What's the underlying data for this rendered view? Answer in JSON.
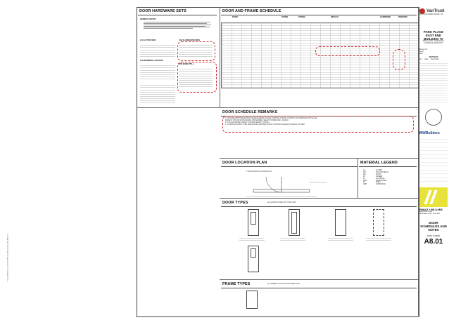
{
  "left_stamp": "C:\\Users\\Public\\Documents\\Revit\\Projects\\MeadowEast_B3_A8.01.rvt",
  "sections": {
    "hardware": "DOOR HARDWARE SETS",
    "schedule": "DOOR AND FRAME SCHEDULE",
    "remarks": "DOOR SCHEDULE REMARKS",
    "location": "DOOR LOCATION PLAN",
    "material": "MATERIAL LEGEND",
    "door_types": "DOOR TYPES",
    "frame_types": "FRAME TYPES"
  },
  "hardware_subheads": {
    "general": "GENERAL NOTES:",
    "set1": "2.01 LOT/FOYERS",
    "set2": "2.02 INTERIOR LOCKSETS",
    "set3": "2.03 ALUMINUM DOORS",
    "set4": "2PR (FIXED PTL)"
  },
  "schedule_head": {
    "door": "DOOR",
    "frame": "FRAME",
    "rating": "RATING",
    "details": "DETAILS",
    "hardware": "HARDWARE",
    "remarks": "REMARKS"
  },
  "remarks_lines": [
    "1.  PROVIDE APPROVED ENTRANCE AND EGRESS ACCESS CONTROL SYSTEM. LISTED IN ACCORDANCE WITH UL 294.",
    "    REFLECT 2HR OR 90 MIN FRAME. 2HR BARRIER, SEE EXIT FORM SPEC., RF-MAX.",
    "2.  INCLUDE SMOKE GASKET AT DOOR SEAMS (TYPICAL)",
    "3.  ALUMINUM DOORS TO BE PREFINISHED ANODIZE COLOR TO MATCH ADJACENT WINDOW SYSTEM."
  ],
  "material_legend": [
    {
      "code": "GL",
      "desc": "GLAZED"
    },
    {
      "code": "HM",
      "desc": "HOLLOW METAL"
    },
    {
      "code": "WD",
      "desc": "WOOD"
    },
    {
      "code": "VN",
      "desc": "VENEER"
    },
    {
      "code": "AL",
      "desc": "ALUMINUM"
    },
    {
      "code": "PFIN",
      "desc": "PREFINISHED"
    },
    {
      "code": "PT",
      "desc": "PAINT"
    },
    {
      "code": "CMP",
      "desc": "COMPOSITE"
    }
  ],
  "location_caption": "TYPICAL DOOR LOCATION PLAN",
  "door_types_note": "ALL DOORS TO BE 1-3/4\" THICK UNO",
  "frame_types_note": "ALL FRAMES TO BE HOLLOW METAL UNO",
  "title_block": {
    "brand": "VanTrust",
    "brand_sub": "VAN TRUST REAL ESTATE, LLC",
    "project_name": [
      "PARK PLACE",
      "EAST END",
      "BUILDING 'N'"
    ],
    "project_addr": "PARK PLACE / CAMP FILES, LOUISVILLE, KENTUCKY",
    "project_no": "Project No.:",
    "issue": "Issue:",
    "date": "Date:",
    "revision_head": "REVISIONS",
    "rev_cols": [
      "No.",
      "Date",
      "Description"
    ],
    "engineer": "MWBuilders",
    "sheet_title": "DOOR SCHEDULES AND NOTES",
    "sheet_no_label": "SHEET NUMBER",
    "sheet_no": "A8.01",
    "architect": "FINKLE + WILLIAMS",
    "architect_sub": "ARCHITECTURE",
    "architect_addr": "9100 Bauer Drive, Suite 200"
  }
}
